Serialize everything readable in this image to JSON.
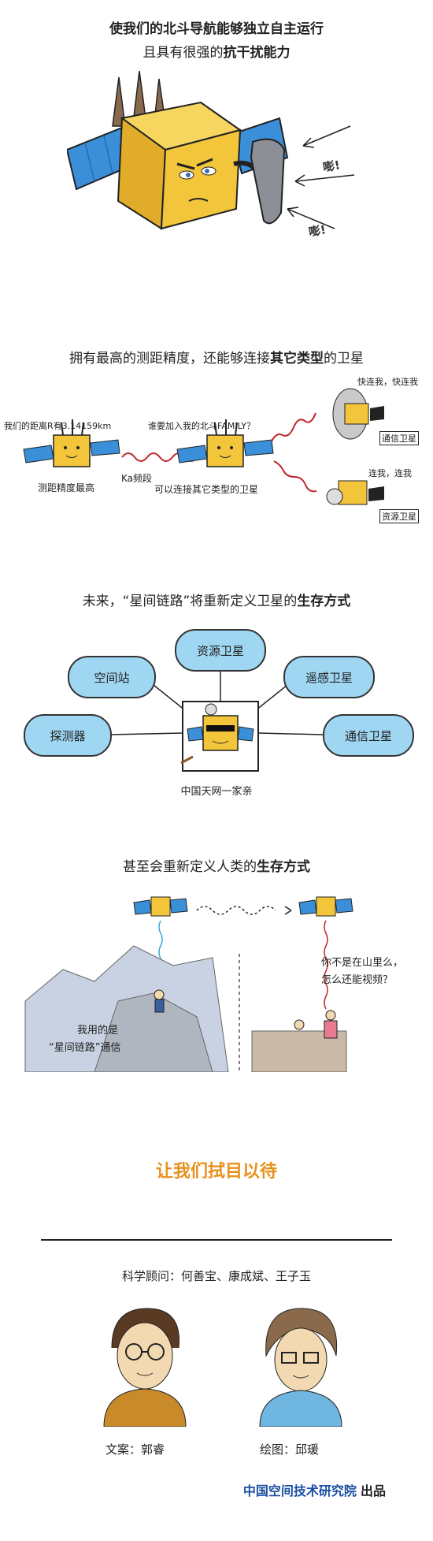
{
  "section1": {
    "line1": "使我们的北斗导航能够独立自主运行",
    "line2_pre": "且具有很强的",
    "line2_bold": "抗干扰能力",
    "impact_sound": "嘭!"
  },
  "section2": {
    "title_pre": "拥有最高的测距精度，还能够连接",
    "title_bold": "其它类型",
    "title_post": "的卫星",
    "speech_left": "我们的距离R有3.14159km",
    "speech_middle": "谁要加入我的北斗FAMILY？",
    "caption_left": "测距精度最高",
    "band_label": "Ka频段",
    "caption_middle": "可以连接其它类型的卫星",
    "speech_comm": "快连我，快连我",
    "label_comm": "通信卫星",
    "speech_resource": "连我，连我",
    "label_resource": "资源卫星"
  },
  "section3": {
    "title_pre": "未来，“星间链路”将重新定义卫星的",
    "title_bold": "生存方式",
    "nodes": [
      "资源卫星",
      "空间站",
      "遥感卫星",
      "探测器",
      "通信卫星"
    ],
    "center_caption": "中国天网一家亲"
  },
  "section4": {
    "title_pre": "甚至会重新定义人类的",
    "title_bold": "生存方式",
    "left_speech_1": "我用的是",
    "left_speech_2": "“星间链路”通信",
    "right_speech_1": "你不是在山里么，",
    "right_speech_2": "怎么还能视频？"
  },
  "closing": {
    "title": "让我们拭目以待",
    "advisors": "科学顾问：何善宝、康成斌、王子玉",
    "writer": "文案：郭睿",
    "illustrator": "绘图：邱瑗",
    "producer": "中国空间技术研究院",
    "producer_suffix": "出品"
  },
  "colors": {
    "accent_orange": "#e8901c",
    "bubble_blue": "#9fd6f2",
    "panel_blue": "#3a8fd8",
    "cube_yellow": "#f2c53a",
    "producer_blue": "#1a4fa0"
  }
}
